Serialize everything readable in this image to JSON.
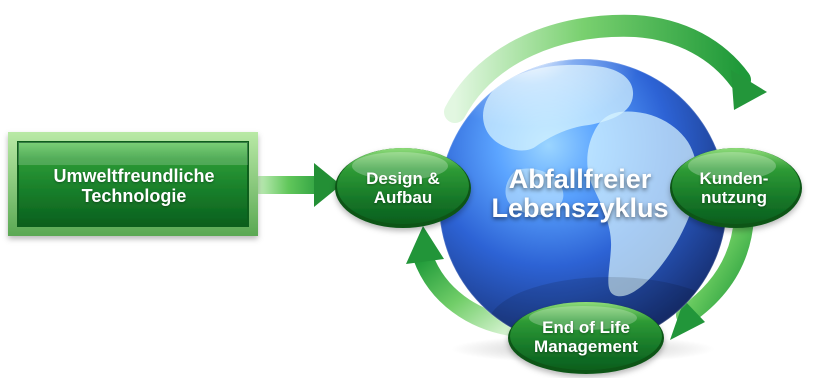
{
  "diagram": {
    "technology_box": {
      "line1": "Umweltfreundliche",
      "line2": "Technologie"
    },
    "cycle_title": {
      "line1": "Abfallfreier",
      "line2": "Lebenszyklus"
    },
    "nodes": {
      "design": {
        "line1": "Design &",
        "line2": "Aufbau"
      },
      "customer_use": {
        "line1": "Kunden-",
        "line2": "nutzung"
      },
      "end_of_life": {
        "line1": "End of Life",
        "line2": "Management"
      }
    }
  },
  "colors": {
    "dark_green": "#0b5f1d",
    "mid_green": "#1f8f34",
    "light_green": "#7ad06f",
    "ocean_dark": "#1b3e97",
    "ocean_light": "#5ba4ff",
    "land": "#d7f4ff"
  }
}
